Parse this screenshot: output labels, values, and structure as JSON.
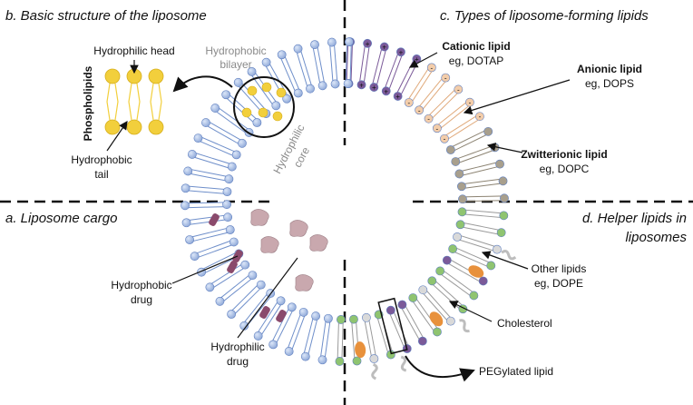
{
  "sections": {
    "a": "a. Liposome cargo",
    "b": "b. Basic structure of the liposome",
    "c": "c. Types of liposome-forming lipids",
    "d1": "d. Helper lipids in",
    "d2": "liposomes"
  },
  "structure": {
    "hydrophilic_head": "Hydrophilic head",
    "phospholipids": "Phospholipids",
    "hydrophobic_tail_1": "Hydrophobic",
    "hydrophobic_tail_2": "tail",
    "hydrophobic_bilayer_1": "Hydrophobic",
    "hydrophobic_bilayer_2": "bilayer",
    "hydrophilic_core_1": "Hydrophilic",
    "hydrophilic_core_2": "core"
  },
  "lipid_types": {
    "cationic": "Cationic lipid",
    "cationic_eg": "eg, DOTAP",
    "anionic": "Anionic lipid",
    "anionic_eg": "eg, DOPS",
    "zwitterionic": "Zwitterionic lipid",
    "zwitterionic_eg": "eg, DOPC"
  },
  "cargo": {
    "hydrophobic_drug_1": "Hydrophobic",
    "hydrophobic_drug_2": "drug",
    "hydrophilic_drug_1": "Hydrophilic",
    "hydrophilic_drug_2": "drug"
  },
  "helpers": {
    "other_1": "Other lipids",
    "other_2": "eg, DOPE",
    "cholesterol": "Cholesterol",
    "peg": "PEGylated lipid"
  },
  "symbols": {
    "plus": "+",
    "minus": "-"
  },
  "colors": {
    "neutral_head": "#9fb6e0",
    "cationic_head": "#7b5a99",
    "anionic_head": "#f3cdaa",
    "zwitterionic_head": "#a89f8d",
    "helper_head": "#8fc470",
    "phospholipid_yellow": "#f2cf3c",
    "cholesterol": "#e8913c",
    "hydrophilic_drug": "#c9a8ae",
    "hydrophobic_drug": "#8a4a6c"
  }
}
